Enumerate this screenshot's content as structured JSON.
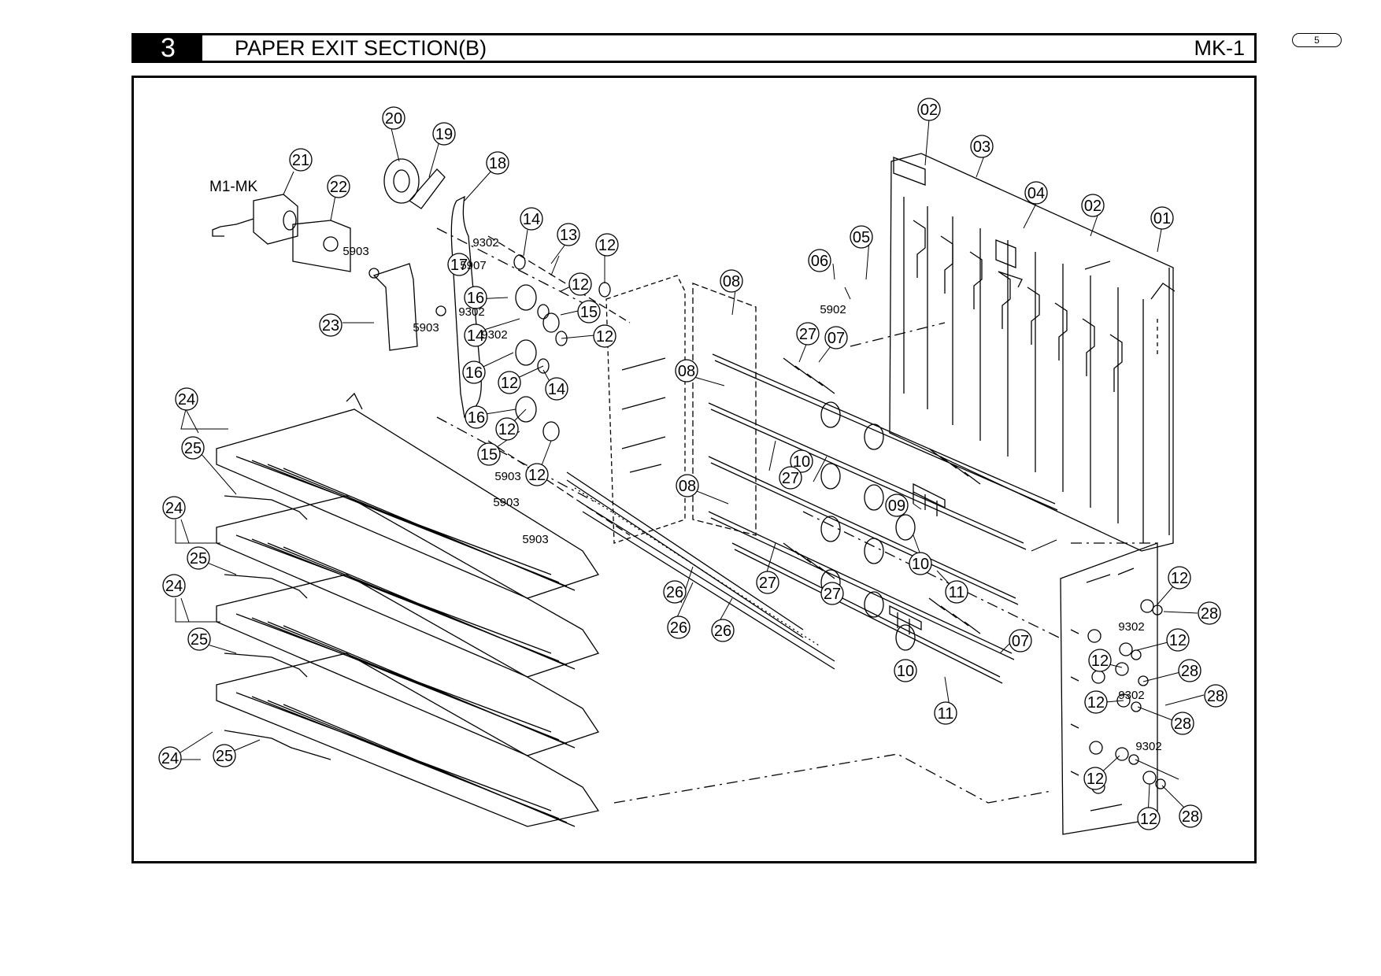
{
  "header": {
    "section_number": "3",
    "section_title": "PAPER EXIT SECTION(B)",
    "model": "MK-1",
    "page_number": "5"
  },
  "labels": {
    "motor": "M1-MK"
  },
  "callouts": [
    "01",
    "02",
    "03",
    "04",
    "05",
    "06",
    "07",
    "08",
    "09",
    "10",
    "11",
    "12",
    "13",
    "14",
    "15",
    "16",
    "17",
    "18",
    "19",
    "20",
    "21",
    "22",
    "23",
    "24",
    "25",
    "26",
    "27",
    "28"
  ],
  "part_codes": [
    "5903",
    "5907",
    "5902",
    "9302"
  ]
}
